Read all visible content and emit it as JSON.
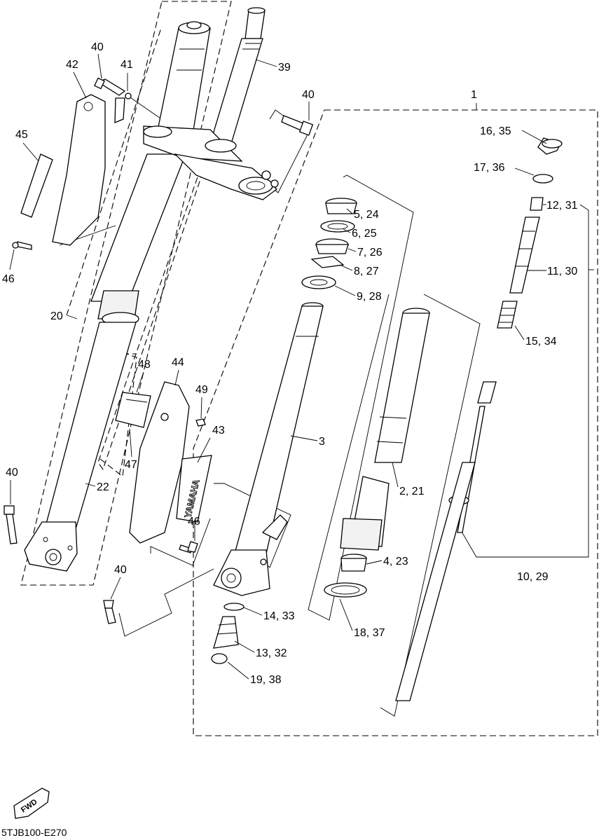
{
  "labels": {
    "l1": "1",
    "l16_35": "16, 35",
    "l17_36": "17, 36",
    "l12_31": "12, 31",
    "l11_30": "11, 30",
    "l15_34": "15, 34",
    "l10_29": "10, 29",
    "l5_24": "5, 24",
    "l6_25": "6, 25",
    "l7_26": "7, 26",
    "l8_27": "8, 27",
    "l9_28": "9, 28",
    "l2_21": "2, 21",
    "l4_23": "4, 23",
    "l18_37": "18, 37",
    "l3": "3",
    "l14_33": "14, 33",
    "l13_32": "13, 32",
    "l19_38": "19, 38",
    "l39": "39",
    "l40a": "40",
    "l40b": "40",
    "l40c": "40",
    "l40d": "40",
    "l41": "41",
    "l42": "42",
    "l43": "43",
    "l44": "44",
    "l45": "45",
    "l46a": "46",
    "l46b": "46",
    "l47": "47",
    "l48": "48",
    "l49": "49",
    "l20": "20",
    "l22": "22"
  },
  "guard_brand_text": "YAMAHA",
  "fwd_badge": "FWD",
  "diagram_code": "5TJB100-E270",
  "colors": {
    "line": "#000000",
    "background": "#ffffff"
  }
}
